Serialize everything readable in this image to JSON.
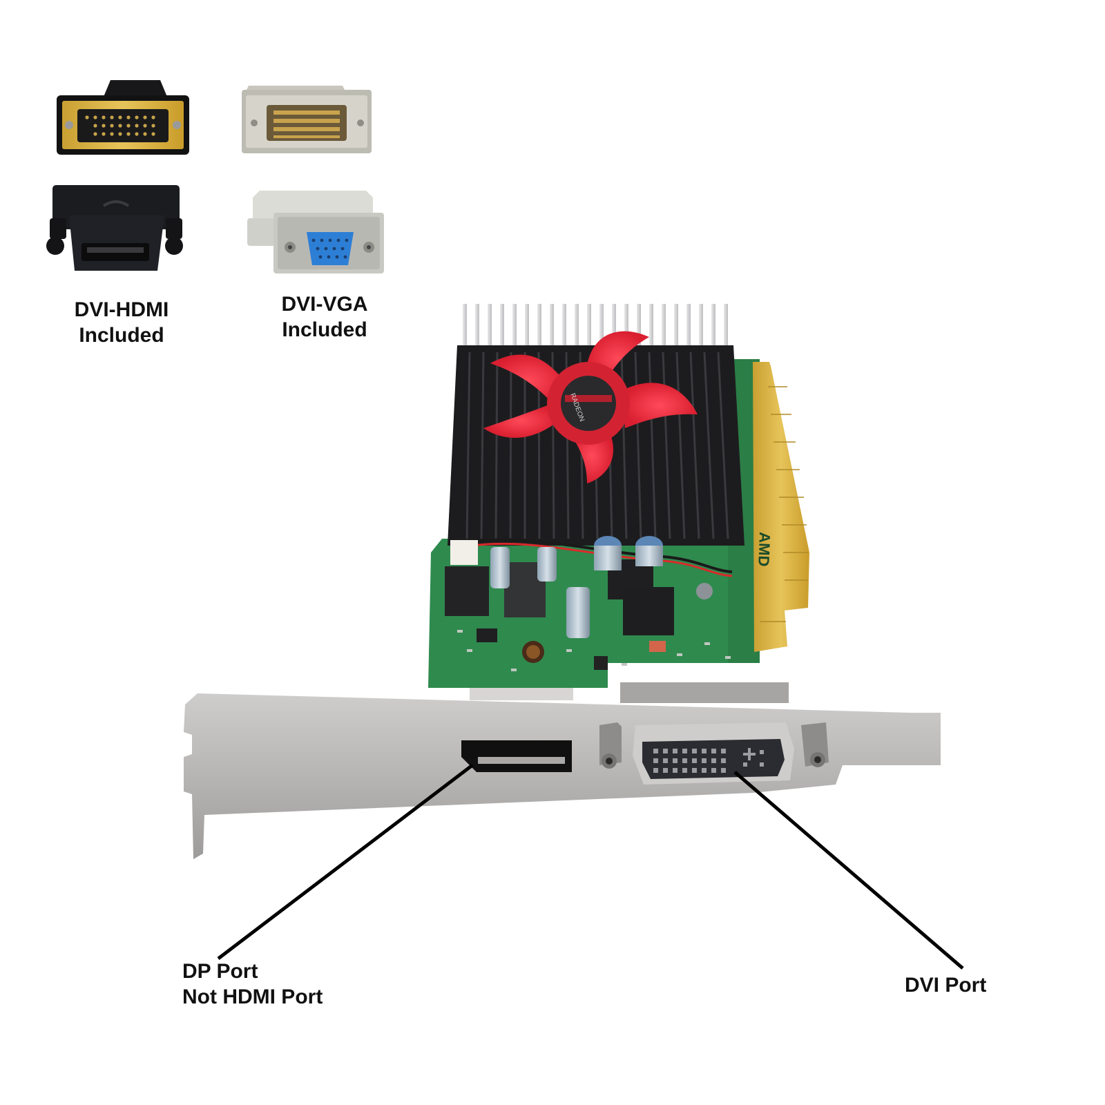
{
  "adapters": {
    "dvi_hdmi_label_line1": "DVI-HDMI",
    "dvi_hdmi_label_line2": "Included",
    "dvi_vga_label_line1": "DVI-VGA",
    "dvi_vga_label_line2": "Included"
  },
  "callouts": {
    "dp_port_line1": "DP Port",
    "dp_port_line2": "Not HDMI Port",
    "dvi_port": "DVI Port"
  },
  "card": {
    "brand_mark": "AMD"
  },
  "colors": {
    "background": "#ffffff",
    "heatsink": "#1c1c1e",
    "fan": "#e8283a",
    "pcb": "#2f8a4e",
    "gold_contacts": "#d8b13a",
    "bracket": "#b9b7b6",
    "vga_port": "#2d7fd6"
  }
}
